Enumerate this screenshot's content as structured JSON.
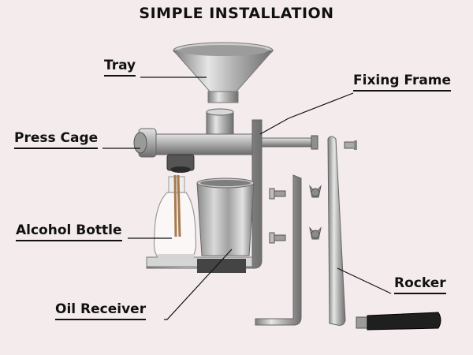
{
  "title": "SIMPLE INSTALLATION",
  "labels": {
    "tray": "Tray",
    "fixing_frame": "Fixing Frame",
    "press_cage": "Press Cage",
    "alcohol_bottle": "Alcohol Bottle",
    "rocker": "Rocker",
    "oil_receiver": "Oil Receiver"
  },
  "colors": {
    "background": "#f4ecec",
    "text": "#111111",
    "metal": "#b8b8b8",
    "handle": "#222222"
  }
}
